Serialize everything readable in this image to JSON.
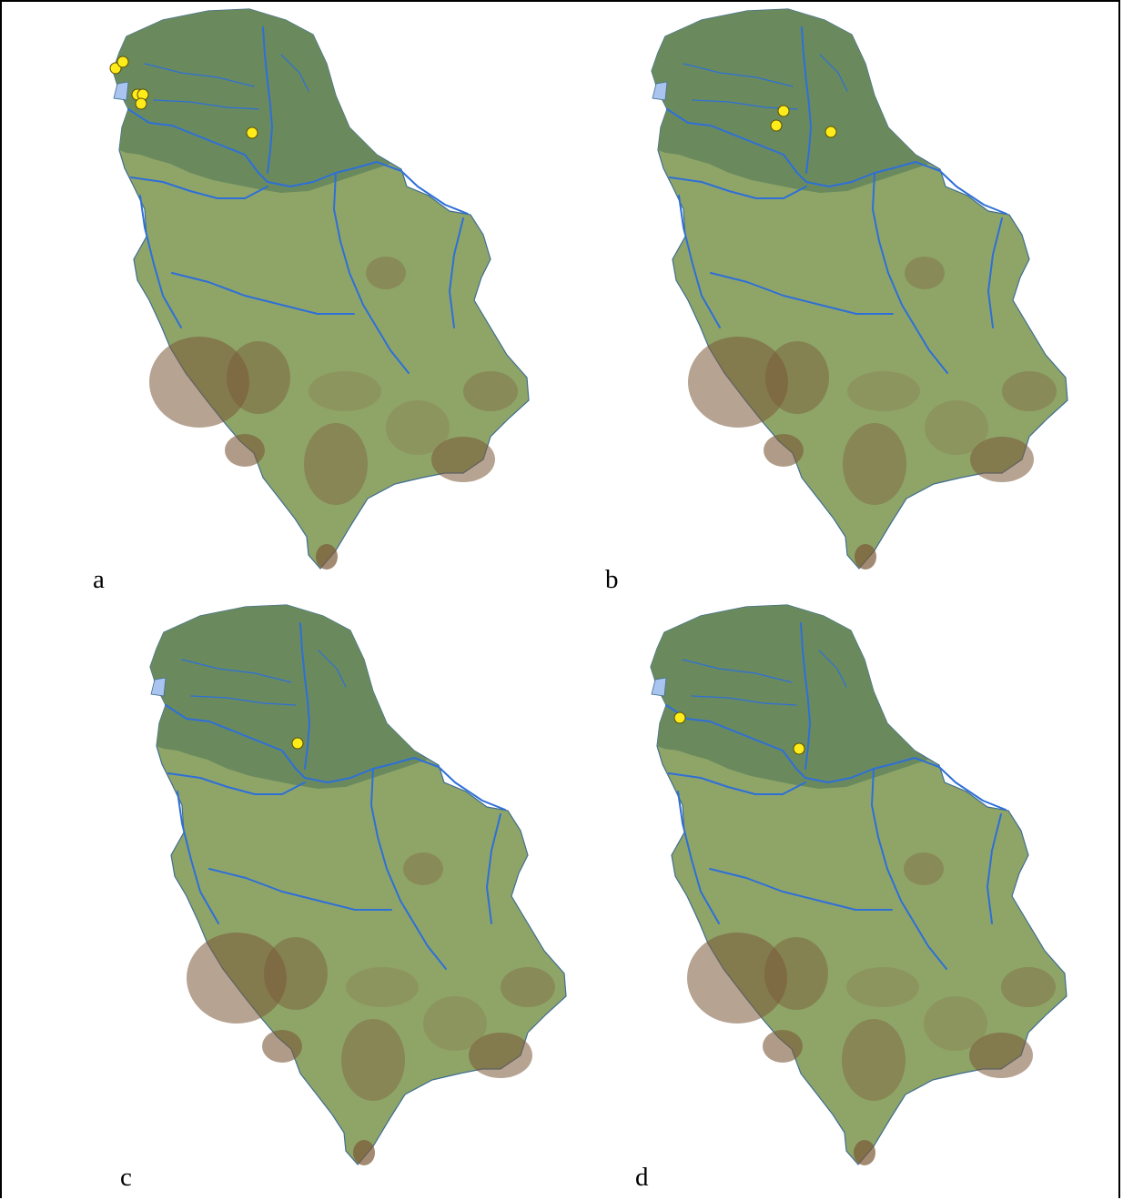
{
  "figure": {
    "panels": [
      {
        "label": "a",
        "points": [
          [
            1,
            2
          ],
          [
            3,
            4
          ],
          [
            5,
            6
          ],
          [
            7,
            8
          ],
          [
            9,
            10
          ],
          [
            11,
            12
          ]
        ]
      },
      {
        "label": "b",
        "points": [
          [
            1,
            2
          ],
          [
            3,
            4
          ],
          [
            5,
            6
          ]
        ]
      },
      {
        "label": "c",
        "points": [
          [
            1,
            2
          ]
        ]
      },
      {
        "label": "d",
        "points": [
          [
            1,
            2
          ],
          [
            3,
            4
          ]
        ]
      }
    ]
  },
  "colors": {
    "lowland": "#6c8c5c",
    "upland": "#a8ad6c",
    "mountain": "#8a6a44",
    "rivers": "#2e6fd8",
    "lake": "#a9c4ee",
    "marker_fill": "#ffec1a",
    "marker_stroke": "#5a5000"
  }
}
